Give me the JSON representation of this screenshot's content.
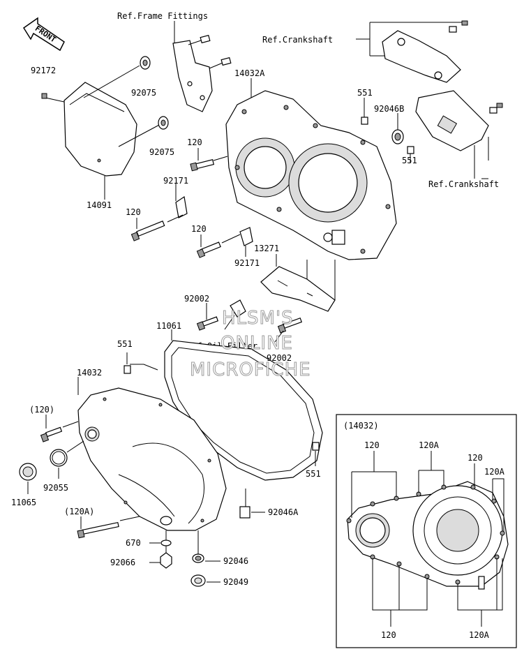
{
  "front_badge": "FRONT",
  "watermark": {
    "line1": "HLSM'S",
    "line2": "ONLINE",
    "line3": "MICROFICHE"
  },
  "refs": {
    "frame_fittings": "Ref.Frame Fittings",
    "crankshaft_top": "Ref.Crankshaft",
    "crankshaft_right": "Ref.Crankshaft",
    "oil_filter": "Ref.Oil Filter"
  },
  "labels": {
    "p92172": "92172",
    "p92075a": "92075",
    "p92075b": "92075",
    "p14091": "14091",
    "p14032A": "14032A",
    "p551a": "551",
    "p92046B": "92046B",
    "p551b": "551",
    "p120a": "120",
    "p92171a": "92171",
    "p120b": "120",
    "p120c": "120",
    "p92171b": "92171",
    "p13271": "13271",
    "p92002a": "92002",
    "p92002b": "92002",
    "p11061": "11061",
    "p551c": "551",
    "p14032": "14032",
    "p120paren": "(120)",
    "p92055": "92055",
    "p11065": "11065",
    "p120Aparen": "(120A)",
    "p670": "670",
    "p92066": "92066",
    "p92046": "92046",
    "p92049": "92049",
    "p92046A": "92046A",
    "p551d": "551"
  },
  "inset": {
    "title": "(14032)",
    "top_120a": "120",
    "top_120A_a": "120A",
    "top_120b": "120",
    "top_120A_b": "120A",
    "bottom_120": "120",
    "bottom_120A": "120A"
  }
}
